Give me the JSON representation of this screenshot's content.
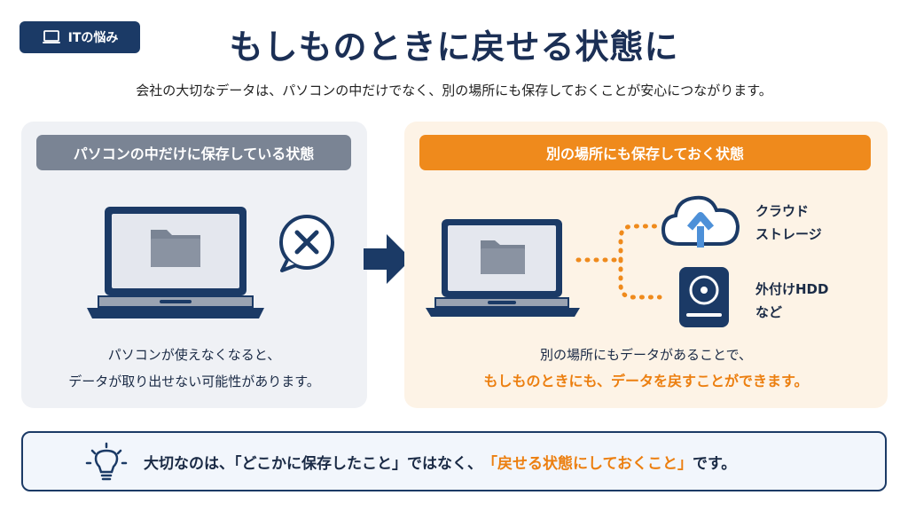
{
  "badge": {
    "label": "ITの悩み",
    "icon": "laptop-icon"
  },
  "title": "もしものときに戻せる状態に",
  "subtitle": "会社の大切なデータは、パソコンの中だけでなく、別の場所にも保存しておくことが安心につながります。",
  "left_panel": {
    "heading": "パソコンの中だけに保存している状態",
    "caption_line1": "パソコンが使えなくなると、",
    "caption_line2": "データが取り出せない可能性があります。",
    "icons": [
      "laptop-icon",
      "folder-icon",
      "x-speech-bubble-icon"
    ]
  },
  "right_panel": {
    "heading": "別の場所にも保存しておく状態",
    "caption_line1": "別の場所にもデータがあることで、",
    "caption_line2": "もしものときにも、データを戻すことができます。",
    "cloud_label_1": "クラウド",
    "cloud_label_2": "ストレージ",
    "hdd_label_1": "外付けHDD",
    "hdd_label_2": "など",
    "icons": [
      "laptop-icon",
      "folder-icon",
      "cloud-upload-icon",
      "hdd-icon"
    ]
  },
  "footer": {
    "part1": "大切なのは、「どこかに保存したこと」ではなく、",
    "part2": "「戻せる状態にしておくこと」",
    "part3": "です。",
    "icon": "lightbulb-icon"
  },
  "colors": {
    "navy": "#1b3a66",
    "orange": "#ef8a1c",
    "gray_header": "#7a8494",
    "left_bg": "#eff1f5",
    "right_bg": "#fdf3e6"
  }
}
